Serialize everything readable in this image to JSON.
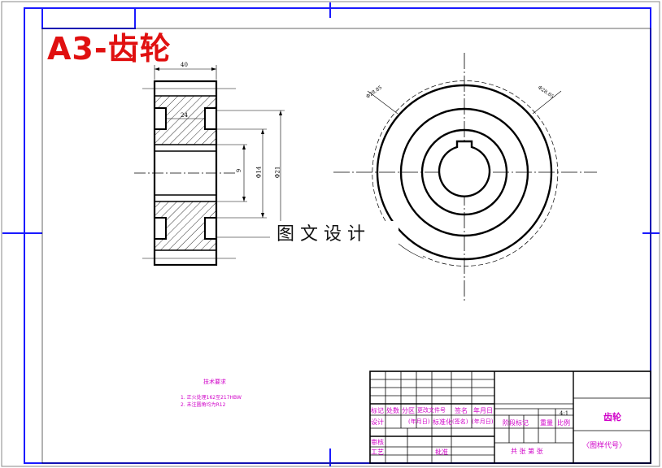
{
  "sheet_title": "A3-齿轮",
  "watermark": "图文设计",
  "dimensions": {
    "width": "40",
    "bore": "24",
    "keyway": "9",
    "hub": "Φ14",
    "outer": "Φ21",
    "circle_left": "Φ28.85",
    "circle_right": "Φ28.85"
  },
  "technical_requirements": {
    "title": "技术要求",
    "items": [
      "1. 正火处理162至217HBW",
      "2. 未注圆角均为R12"
    ]
  },
  "title_block": {
    "part_name": "齿轮",
    "drawing_code": "〈图样代号〉",
    "scale": "4:1",
    "row1": [
      "标记",
      "处数",
      "分区",
      "更改文件号",
      "签名",
      "年月日"
    ],
    "row2": [
      "设计",
      "",
      "(年月日)",
      "标准化",
      "(签名)",
      "(年月日)"
    ],
    "row3": [
      "审核"
    ],
    "row4": [
      "工艺",
      "",
      "",
      "批准"
    ],
    "stage_label": "阶段标记",
    "weight_label": "重量",
    "scale_label": "比例",
    "sheets_label": "共 张 第 张"
  },
  "colors": {
    "border": "#1a1aff",
    "outline": "#000000",
    "title": "#e01010",
    "notes": "#d000c8"
  }
}
